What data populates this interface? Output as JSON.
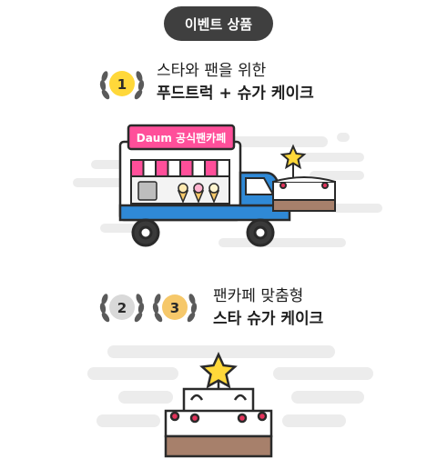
{
  "event_tag": "이벤트 상품",
  "prizes": [
    {
      "ranks": [
        "1"
      ],
      "line1": "스타와 팬을 위한",
      "line2": "푸드트럭 + 슈가 케이크",
      "truck_sign": "Daum 공식팬카페"
    },
    {
      "ranks": [
        "2",
        "3"
      ],
      "line1": "팬카페 맞춤형",
      "line2": "스타 슈가 케이크"
    }
  ],
  "colors": {
    "pill_bg": "#3f3f3f",
    "gold": "#ffd83a",
    "silver": "#d9d9d9",
    "bronze": "#f6c86a",
    "pink": "#ff4f9a",
    "truck_blue": "#2f89d6",
    "outline": "#2a2a2a",
    "cloud": "#ececec",
    "cake_brown": "#a7806b",
    "cherry": "#e4335b"
  },
  "icons": [
    "laurel-wreath-icon",
    "star-icon",
    "ice-cream-icon"
  ]
}
